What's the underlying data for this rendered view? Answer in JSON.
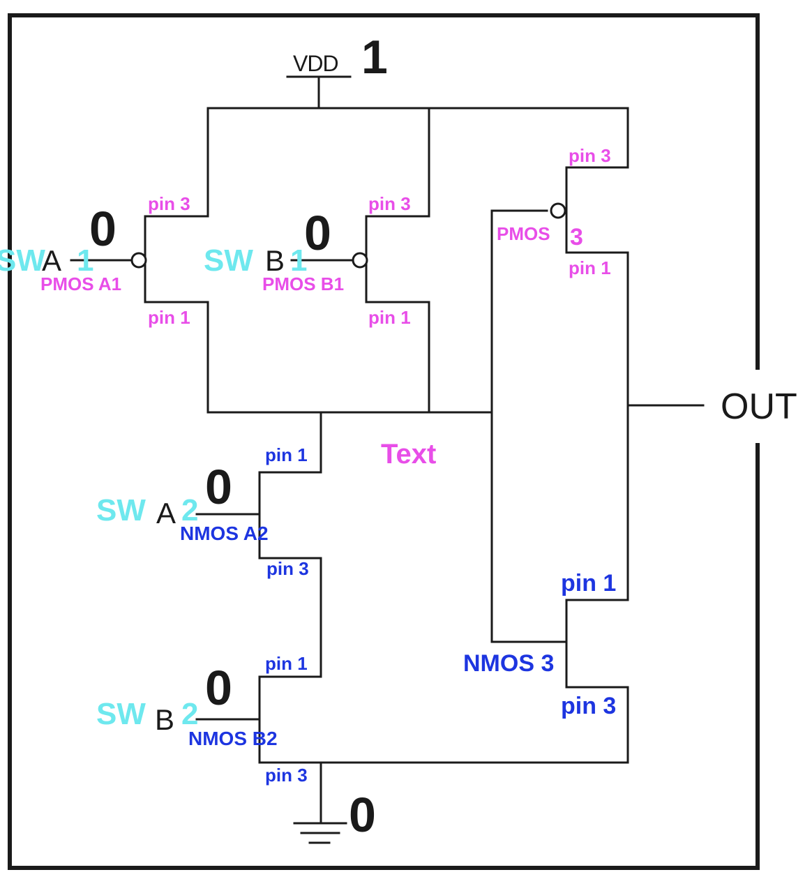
{
  "supply": {
    "label": "VDD",
    "value": "1"
  },
  "ground": {
    "value": "0"
  },
  "output": {
    "label": "OUT"
  },
  "center_text": "Text",
  "pmos_a1": {
    "name": "PMOS A1",
    "top_pin": "pin 3",
    "bottom_pin": "pin 1",
    "state": "0",
    "switch": "SW",
    "input": "A",
    "switch_num": "1"
  },
  "pmos_b1": {
    "name": "PMOS B1",
    "top_pin": "pin 3",
    "bottom_pin": "pin 1",
    "state": "0",
    "switch": "SW",
    "input": "B",
    "switch_num": "1"
  },
  "pmos_3": {
    "name": "PMOS",
    "num": "3",
    "top_pin": "pin 3",
    "bottom_pin": "pin 1"
  },
  "nmos_a2": {
    "name": "NMOS A2",
    "top_pin": "pin 1",
    "bottom_pin": "pin 3",
    "state": "0",
    "switch": "SW",
    "input": "A",
    "switch_num": "2"
  },
  "nmos_b2": {
    "name": "NMOS B2",
    "top_pin": "pin 1",
    "bottom_pin": "pin 3",
    "state": "0",
    "switch": "SW",
    "input": "B",
    "switch_num": "2"
  },
  "nmos_3": {
    "name": "NMOS 3",
    "top_pin": "pin 1",
    "bottom_pin": "pin 3"
  }
}
